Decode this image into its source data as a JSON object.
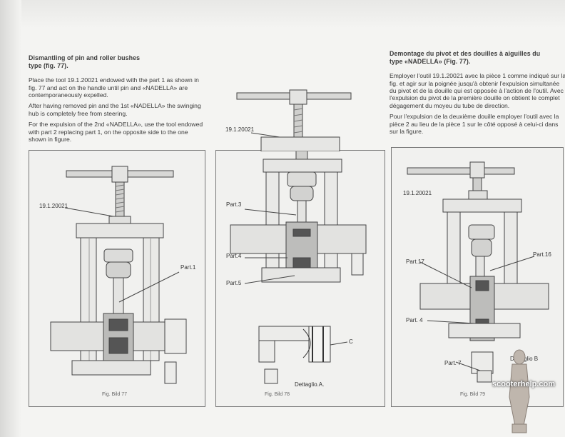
{
  "left_column": {
    "heading_line1": "Dismantling of pin and roller bushes",
    "heading_line2": "type (fig. 77).",
    "paragraphs": [
      "Place the tool 19.1.20021 endowed with the part 1 as shown in fig. 77 and act on the handle until pin and «NADELLA» are contemporaneously expelled.",
      "After having removed pin and the 1st «NADELLA» the swinging hub is completely free from steering.",
      "For the expulsion of the 2nd «NADELLA», use the tool endowed with part 2 replacing part 1, on the opposite side to the one shown in figure."
    ]
  },
  "right_column": {
    "heading_line1": "Demontage du pivot et des douilles à aiguilles du",
    "heading_line2": "type «NADELLA» (Fig. 77).",
    "paragraphs": [
      "Employer l'outil 19.1.20021 avec la pièce 1 comme indiqué sur la fig. et agir sur la poignée jusqu'à obtenir l'expulsion simultanée du pivot et de la douille qui est opposée à l'action de l'outil. Avec l'expulsion du pivot de la première douille on obtient le complet dégagement du moyeu du tube de direction.",
      "Pour l'expulsion de la deuxième douille employer l'outil avec la pièce 2 au lieu de la pièce 1 sur le côté opposé à celui-ci dans sur la figure."
    ]
  },
  "figures": {
    "fig77": {
      "tool": "19.1.20021",
      "part1": "Part.1",
      "caption": "Fig. Bild 77"
    },
    "fig78": {
      "tool": "19.1.20021",
      "part3": "Part.3",
      "part4": "Part.4",
      "part5": "Part.5",
      "detail": "Dettaglio.A.",
      "c_label": "C",
      "caption": "Fig. Bild 78"
    },
    "fig79": {
      "tool": "19.1.20021",
      "part17": "Part.17",
      "part16": "Part.16",
      "part4": "Part. 4",
      "part7": "Part. 7",
      "detail": "Dettaglio B",
      "caption": "Fig. Bild 79"
    }
  },
  "watermark": "scooterhelp.com"
}
